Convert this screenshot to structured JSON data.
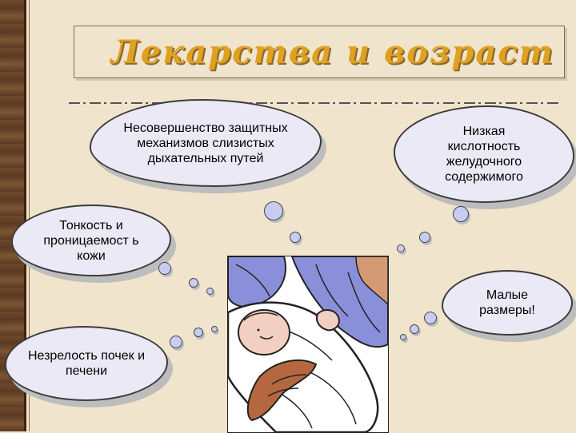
{
  "slide": {
    "title": "Лекарства и возраст"
  },
  "clouds": {
    "mucosa": "Несовершенство защитных механизмов слизистых дыхательных путей",
    "acidity": "Низкая кислотность желудочного содержимого",
    "skin": "Тонкость и проницаемост ь кожи",
    "size": "Малые размеры!",
    "organs": "Незрелость почек и печени"
  },
  "colors": {
    "title": "#e0a020",
    "background": "#f1e4cc",
    "cloud_fill": "#eae9f5",
    "bubble_fill": "#c9ccf1"
  },
  "illustration": {
    "icon": "mother-holding-baby-icon"
  }
}
